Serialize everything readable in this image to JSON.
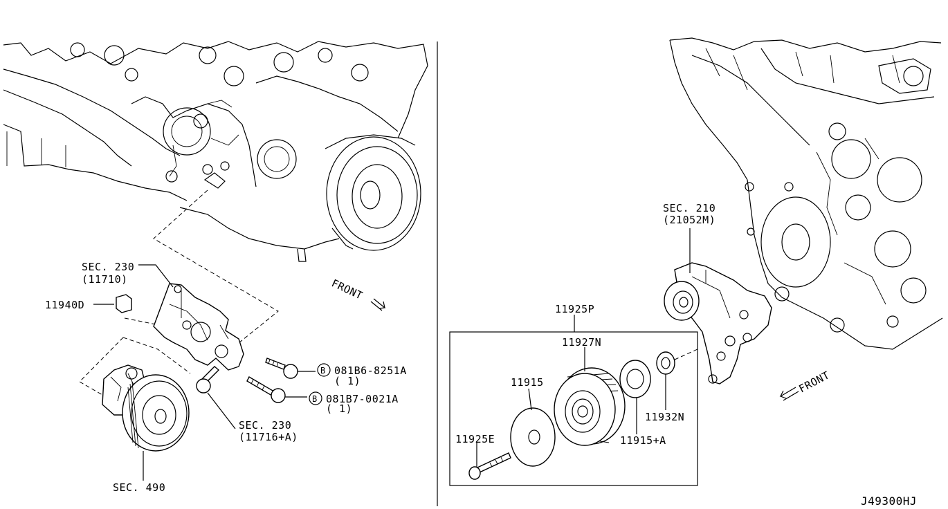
{
  "left_panel": {
    "labels": {
      "sec230_bracket": "SEC. 230",
      "sec230_bracket_code": "(11710)",
      "part_11940d": "11940D",
      "bolt_a": "081B6-8251A",
      "bolt_a_qty": "( 1)",
      "bolt_b": "081B7-0021A",
      "bolt_b_qty": "( 1)",
      "sec230_bolt": "SEC. 230",
      "sec230_bolt_code": "(11716+A)",
      "sec490": "SEC. 490",
      "front": "FRONT",
      "circle_b": "B"
    }
  },
  "right_panel": {
    "labels": {
      "sec210": "SEC. 210",
      "sec210_code": "(21052M)",
      "assy_11925p": "11925P",
      "pulley_11927n": "11927N",
      "plate_11915": "11915",
      "bolt_11925e": "11925E",
      "washer_11915a": "11915+A",
      "bearing_11932n": "11932N",
      "front": "FRONT"
    }
  },
  "diagram_code": "J49300HJ"
}
